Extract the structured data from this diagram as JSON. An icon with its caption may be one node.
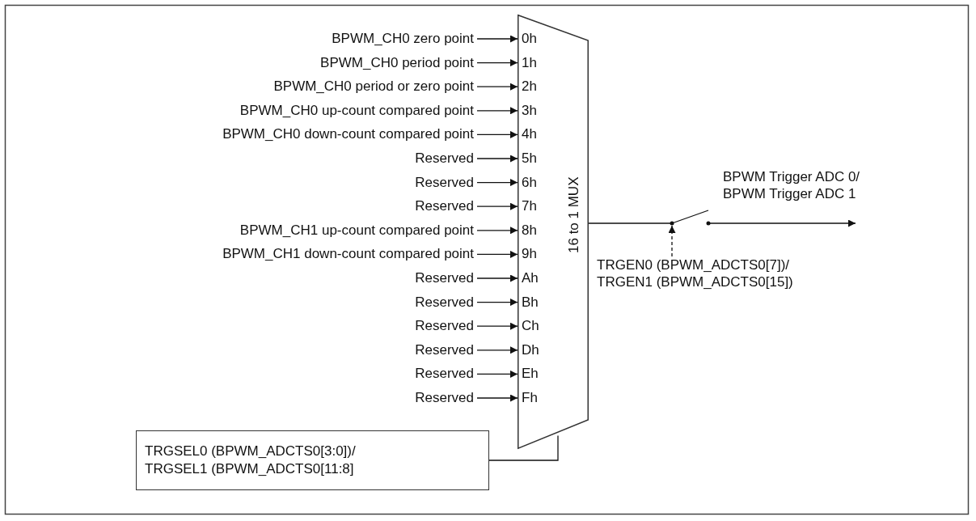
{
  "diagram": {
    "nodes": [
      {
        "text": [
          "BPWM_CH0 zero point"
        ]
      },
      {
        "text": [
          "BPWM_CH0 period point"
        ]
      },
      {
        "text": [
          "BPWM_CH0 period or zero point"
        ]
      },
      {
        "text": [
          "BPWM_CH0 up-count compared point"
        ]
      },
      {
        "text": [
          "BPWM_CH0 down-count compared point"
        ]
      },
      {
        "text": [
          "Reserved"
        ]
      },
      {
        "text": [
          "Reserved"
        ]
      },
      {
        "text": [
          "Reserved"
        ]
      },
      {
        "text": [
          "BPWM_CH1 up-count compared point"
        ]
      },
      {
        "text": [
          "BPWM_CH1 down-count compared point"
        ]
      },
      {
        "text": [
          "Reserved"
        ]
      },
      {
        "text": [
          "Reserved"
        ]
      },
      {
        "text": [
          "Reserved"
        ]
      },
      {
        "text": [
          "Reserved"
        ]
      },
      {
        "text": [
          "Reserved"
        ]
      },
      {
        "text": [
          "Reserved"
        ]
      },
      {
        "text": [
          "0h",
          "1h",
          "2h",
          "3h",
          "4h",
          "5h",
          "6h",
          "7h",
          "8h",
          "9h",
          "Ah",
          "Bh",
          "Ch",
          "Dh",
          "Eh",
          "Fh",
          "16 to 1 MUX"
        ]
      },
      {
        "text": [
          "TRGSEL0 (BPWM_ADCTS0[3:0])/ TRGSEL1 (BPWM_ADCTS0[11:8]"
        ]
      },
      {
        "text": [],
        "shape": "switch"
      },
      {
        "text": [
          "TRGEN0 (BPWM_ADCTS0[7])/ TRGEN1 (BPWM_ADCTS0[15])"
        ]
      }
    ],
    "edges": [
      {
        "from": 0,
        "to": 16,
        "arrow": "to"
      },
      {
        "from": 1,
        "to": 16,
        "arrow": "to"
      },
      {
        "from": 2,
        "to": 16,
        "arrow": "to"
      },
      {
        "from": 3,
        "to": 16,
        "arrow": "to"
      },
      {
        "from": 4,
        "to": 16,
        "arrow": "to"
      },
      {
        "from": 5,
        "to": 16,
        "arrow": "to"
      },
      {
        "from": 6,
        "to": 16,
        "arrow": "to"
      },
      {
        "from": 7,
        "to": 16,
        "arrow": "to"
      },
      {
        "from": 8,
        "to": 16,
        "arrow": "to"
      },
      {
        "from": 9,
        "to": 16,
        "arrow": "to"
      },
      {
        "from": 10,
        "to": 16,
        "arrow": "to"
      },
      {
        "from": 11,
        "to": 16,
        "arrow": "to"
      },
      {
        "from": 12,
        "to": 16,
        "arrow": "to"
      },
      {
        "from": 13,
        "to": 16,
        "arrow": "to"
      },
      {
        "from": 14,
        "to": 16,
        "arrow": "to"
      },
      {
        "from": 15,
        "to": 16,
        "arrow": "to"
      },
      {
        "from": 17,
        "to": 16,
        "arrow": "none"
      },
      {
        "from": 16,
        "to": 18,
        "arrow": "none"
      },
      {
        "from": 18,
        "to": null,
        "arrow": "to",
        "label": "BPWM Trigger ADC 0/ BPWM Trigger ADC 1"
      },
      {
        "from": 19,
        "to": 18,
        "arrow": "to",
        "style": "dashed"
      }
    ]
  }
}
